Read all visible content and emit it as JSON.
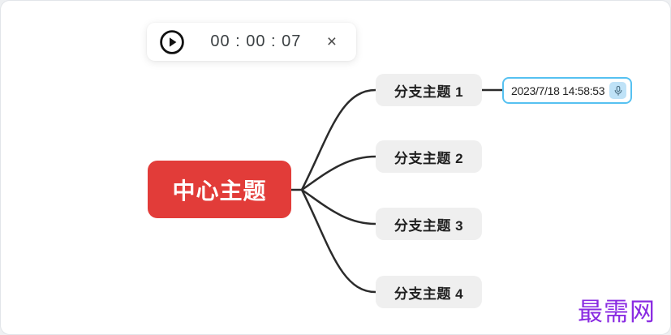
{
  "recorder": {
    "time": "00 : 00 : 07",
    "close_label": "×"
  },
  "mindmap": {
    "center": {
      "label": "中心主题",
      "bg": "#e23c39",
      "text_color": "#ffffff"
    },
    "branches": [
      {
        "label": "分支主题 1"
      },
      {
        "label": "分支主题 2"
      },
      {
        "label": "分支主题 3"
      },
      {
        "label": "分支主题 4"
      }
    ],
    "branch_bg": "#efefef",
    "branch_text_color": "#1f1f1f",
    "line_color": "#2b2b2b"
  },
  "audio_note": {
    "timestamp": "2023/7/18 14:58:53",
    "border_color": "#56c1f1",
    "mic_bg": "#bfe2f7"
  },
  "watermark": {
    "text": "最需网",
    "color": "#8a2be2"
  }
}
